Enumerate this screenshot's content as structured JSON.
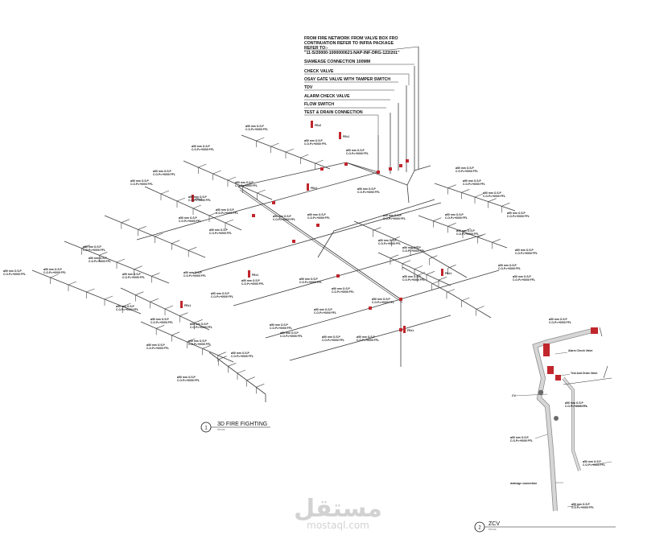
{
  "notes": {
    "fire_network": [
      "FROM FIRE NETWORK FROM VALVE BOX FRO",
      "CONTINUATION REFER TO INFRA PACKAGE",
      "REFER TO:-",
      "\"11-S/20000-1000000621-NAP-INF-DRG-122/201\""
    ],
    "siamese": "SIAMEASE CONNECTION 100MM",
    "check_valve": "CHECK VALVE",
    "osay_gate": "OSAY GATE VALVE WITH TAMPER SWITCH",
    "tdv": "TDV",
    "alarm_check": "ALARM CHECK VALVE",
    "flow_switch": "FLOW SWITCH",
    "test_drain": "TEST & DRAIN CONNECTION"
  },
  "tags": {
    "pipe_line1": "ø50 mm O.S.P",
    "pipe_line2": "C.O.P=+0000 FFL",
    "fe_labels": [
      "FEx2",
      "FEx1",
      "FEx1",
      "FEx1",
      "FEx1",
      "FEx1",
      "FEx1",
      "FEx1"
    ]
  },
  "detail_1": {
    "number": "1",
    "title": "3D FIRE FIGHTING",
    "scale": "NTS-NA"
  },
  "detail_2": {
    "number": "2",
    "title": "ZCV",
    "scale": "NTS-NA",
    "labels": [
      "Alarm Check Valve",
      "Test And Drain Valve",
      "CV",
      "drainage connection"
    ]
  },
  "watermark": {
    "arabic": "مستقل",
    "latin": "mostaql.com"
  },
  "colors": {
    "line": "#3a3a3a",
    "valve": "#c0262c",
    "pipe_fill": "#9a9a9a"
  }
}
